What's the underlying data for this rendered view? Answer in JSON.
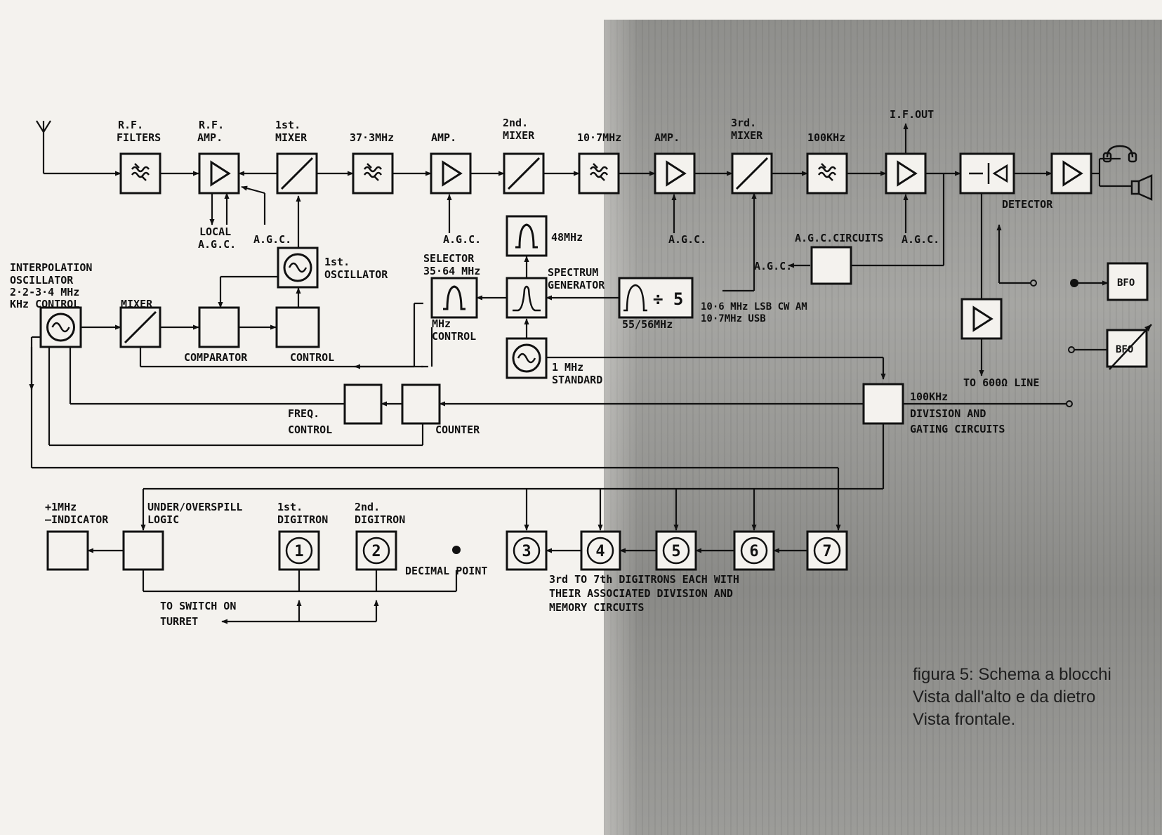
{
  "labels": {
    "rf_filters_1": "R.F.",
    "rf_filters_2": "FILTERS",
    "rf_amp_1": "R.F.",
    "rf_amp_2": "AMP.",
    "mixer1_1": "1st.",
    "mixer1_2": "MIXER",
    "if_37_3": "37·3MHz",
    "amp_1": "AMP.",
    "mixer2_1": "2nd.",
    "mixer2_2": "MIXER",
    "if_10_7": "10·7MHz",
    "amp_2": "AMP.",
    "mixer3_1": "3rd.",
    "mixer3_2": "MIXER",
    "if_100k": "100KHz",
    "if_out": "I.F.OUT",
    "local_agc_1": "LOCAL",
    "local_agc_2": "A.G.C.",
    "agc_1": "A.G.C.",
    "agc_2": "A.G.C.",
    "agc_3": "A.G.C.",
    "agc_4": "A.G.C.",
    "agc_circuits": "A.G.C.CIRCUITS",
    "agc_arrow": "A.G.C.",
    "detector": "DETECTOR",
    "osc1_1": "1st.",
    "osc1_2": "OSCILLATOR",
    "interp_1": "INTERPOLATION",
    "interp_2": "OSCILLATOR",
    "interp_3": "2·2-3·4 MHz",
    "interp_4": "KHz CONTROL",
    "mixer_lo": "MIXER",
    "comparator": "COMPARATOR",
    "control": "CONTROL",
    "selector_1": "SELECTOR",
    "selector_2": "35·64 MHz",
    "mhz_control_1": "MHz",
    "mhz_control_2": "CONTROL",
    "f48": "48MHz",
    "spectrum_1": "SPECTRUM",
    "spectrum_2": "GENERATOR",
    "div5_freq": "55/56MHz",
    "div5_sym": "÷ 5",
    "out_1": "10·6 MHz LSB CW AM",
    "out_2": "10·7MHz USB",
    "std_1": "1 MHz",
    "std_2": "STANDARD",
    "freq_ctrl_1": "FREQ.",
    "freq_ctrl_2": "CONTROL",
    "counter": "COUNTER",
    "div_1": "100KHz",
    "div_2": "DIVISION AND",
    "div_3": "GATING CIRCUITS",
    "bfo_1": "BFO",
    "bfo_2": "BFO",
    "to600": "TO 600Ω LINE",
    "ind_1": "+1MHz",
    "ind_2": "–INDICATOR",
    "under_1": "UNDER/OVERSPILL",
    "under_2": "LOGIC",
    "dig1_1": "1st.",
    "dig1_2": "DIGITRON",
    "dig2_1": "2nd.",
    "dig2_2": "DIGITRON",
    "decimal": "DECIMAL POINT",
    "digits_1": "3rd TO 7th DIGITRONS EACH WITH",
    "digits_2": "THEIR ASSOCIATED DIVISION AND",
    "digits_3": "MEMORY CIRCUITS",
    "turret_1": "TO SWITCH ON",
    "turret_2": "TURRET"
  },
  "digits": [
    "1",
    "2",
    "3",
    "4",
    "5",
    "6",
    "7"
  ],
  "caption": {
    "line1": "figura 5: Schema a blocchi",
    "line2": "Vista dall'alto e da dietro",
    "line3": "Vista frontale."
  },
  "icons": {
    "filter": "low-pass-filter-icon",
    "amplifier": "amplifier-triangle-icon",
    "mixer": "mixer-diagonal-icon",
    "oscillator": "sine-oscillator-icon",
    "bandpass": "bandpass-filter-icon",
    "antenna": "antenna-icon",
    "headphones": "headphones-icon",
    "speaker": "speaker-icon"
  }
}
